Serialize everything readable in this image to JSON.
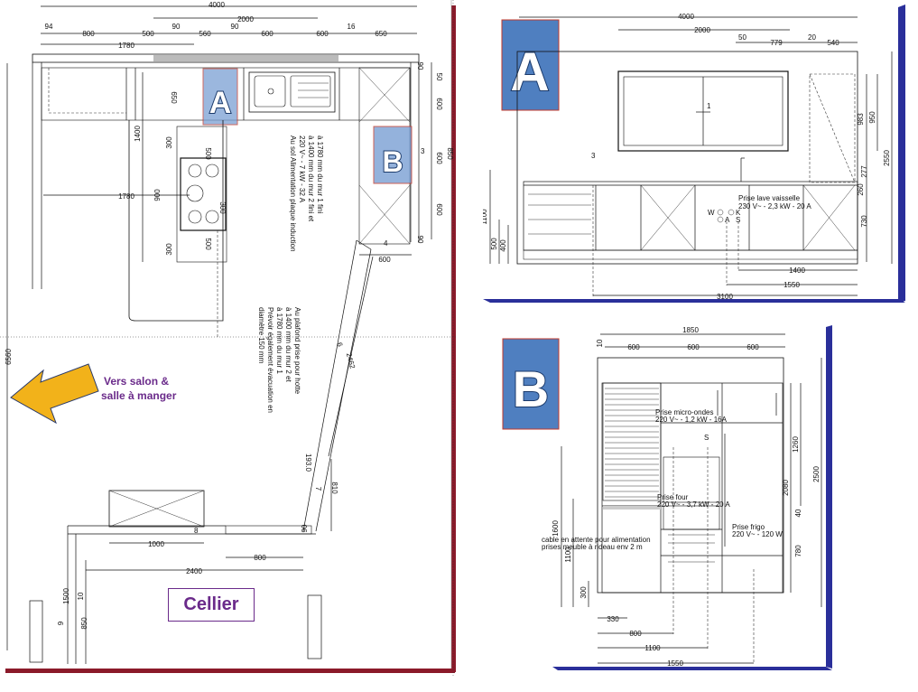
{
  "colors": {
    "badge_fill": "#4f7fc0",
    "badge_border": "#c0392b",
    "arrow_fill": "#f2b21a",
    "panel_shadow_red": "#8b1a2a",
    "panel_shadow_blue": "#2a2f9a",
    "note_text": "#6a2a8a"
  },
  "plan": {
    "dims_top": {
      "total": "4000",
      "seg2000": "2000",
      "row": [
        "94",
        "800",
        "500",
        "90",
        "560",
        "90",
        "600",
        "600",
        "16",
        "650"
      ],
      "d1780": "1780"
    },
    "dims_left": {
      "total": "6560",
      "d1400": "1400",
      "d300a": "300",
      "d900": "900",
      "d300b": "300",
      "d1780": "1780",
      "d650": "650",
      "d500a": "500",
      "d500b": "500",
      "d300c": "300"
    },
    "dims_right": {
      "d50": "50",
      "d600a": "600",
      "d850": "850",
      "d600b": "600",
      "d90": "90",
      "d3": "3",
      "d4": "4",
      "d600c": "600",
      "d2462": "2462",
      "d6": "6",
      "d193": "193.0",
      "d7": "7",
      "d810": "810",
      "d90b": "90"
    },
    "dims_bottom": {
      "d1000": "1000",
      "d800": "800",
      "d2400": "2400",
      "d1500": "1500",
      "d10": "10",
      "d9": "9",
      "d850": "850",
      "d8": "8"
    },
    "labels": {
      "badge_a": "A",
      "badge_b": "B",
      "note_induction": [
        "Au sol Alimentation plaque induction",
        "220 V~ - 7 kW - 32 A",
        "à 1400 mm du mur 2 fini et",
        "à 1780 mm du mur 1 fini"
      ],
      "note_hood": [
        "Au plafond prise pour hotte",
        "à 1400 mm du mur 2 et",
        "à 1780 mm du mur 1",
        "Prévoir également évacuation en",
        "diamètre 150 mm"
      ],
      "arrow_text": [
        "Vers salon &",
        "salle à manger"
      ],
      "cellier": "Cellier"
    }
  },
  "elevation_a": {
    "badge": "A",
    "dims_top": {
      "total": "4000",
      "d2000": "2000",
      "d50": "50",
      "d779": "779",
      "d20": "20",
      "d540": "540"
    },
    "dims_right": {
      "d983": "983",
      "d950": "950",
      "d2550": "2550",
      "d277": "277",
      "d260": "260",
      "d730": "730"
    },
    "dims_left": {
      "d1100": "1100",
      "d500": "500",
      "d400": "400"
    },
    "dims_bottom": {
      "d1400": "1400",
      "d1550": "1550",
      "d3100": "3100"
    },
    "marks": {
      "m1": "1",
      "m3": "3"
    },
    "note_dishwasher": [
      "Prise lave vaisselle",
      "230 V~ - 2,3 kW - 20 A"
    ],
    "sockets": [
      "W",
      "K",
      "A",
      "S"
    ]
  },
  "elevation_b": {
    "badge": "B",
    "dims_top": {
      "total": "1850",
      "d600a": "600",
      "d600b": "600",
      "d600c": "600",
      "d10": "10"
    },
    "dims_right": {
      "d1260": "1260",
      "d2500": "2500",
      "d2080": "2080",
      "d40": "40",
      "d780": "780"
    },
    "dims_left": {
      "d1600": "1600",
      "d1100": "1100",
      "d300": "300"
    },
    "dims_bottom": {
      "d330": "330",
      "d800": "800",
      "d1100": "1100",
      "d1550": "1550"
    },
    "note_microwave": [
      "Prise micro-ondes",
      "220 V~ - 1,2 kW - 16A"
    ],
    "note_oven": [
      "Prise four",
      "220 V~ - 3,7 kW - 20 A"
    ],
    "note_fridge": [
      "Prise frigo",
      "220 V~ - 120 W"
    ],
    "note_cable": [
      "cable en attente pour alimentation",
      "prises meuble à rideau env 2 m"
    ],
    "mark_s": "S"
  }
}
